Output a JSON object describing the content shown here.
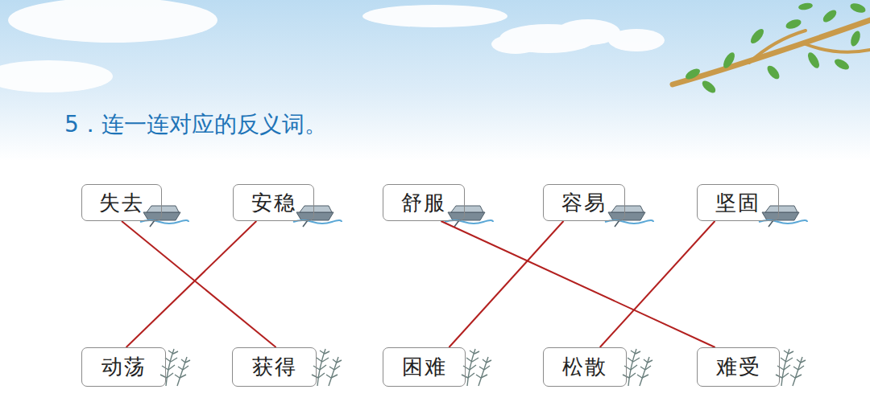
{
  "diagram": {
    "title": "5．连一连对应的反义词。",
    "nodes": [
      {
        "text": [
          "失去"
        ]
      },
      {
        "text": [
          "安稳"
        ]
      },
      {
        "text": [
          "舒服"
        ]
      },
      {
        "text": [
          "容易"
        ]
      },
      {
        "text": [
          "坚固"
        ]
      },
      {
        "text": [
          "动荡"
        ]
      },
      {
        "text": [
          "获得"
        ]
      },
      {
        "text": [
          "困难"
        ]
      },
      {
        "text": [
          "松散"
        ]
      },
      {
        "text": [
          "难受"
        ]
      }
    ],
    "edges": [
      {
        "from": 0,
        "to": 6,
        "arrow": "none"
      },
      {
        "from": 1,
        "to": 5,
        "arrow": "none"
      },
      {
        "from": 2,
        "to": 9,
        "arrow": "none"
      },
      {
        "from": 3,
        "to": 7,
        "arrow": "none"
      },
      {
        "from": 4,
        "to": 8,
        "arrow": "none"
      }
    ]
  }
}
